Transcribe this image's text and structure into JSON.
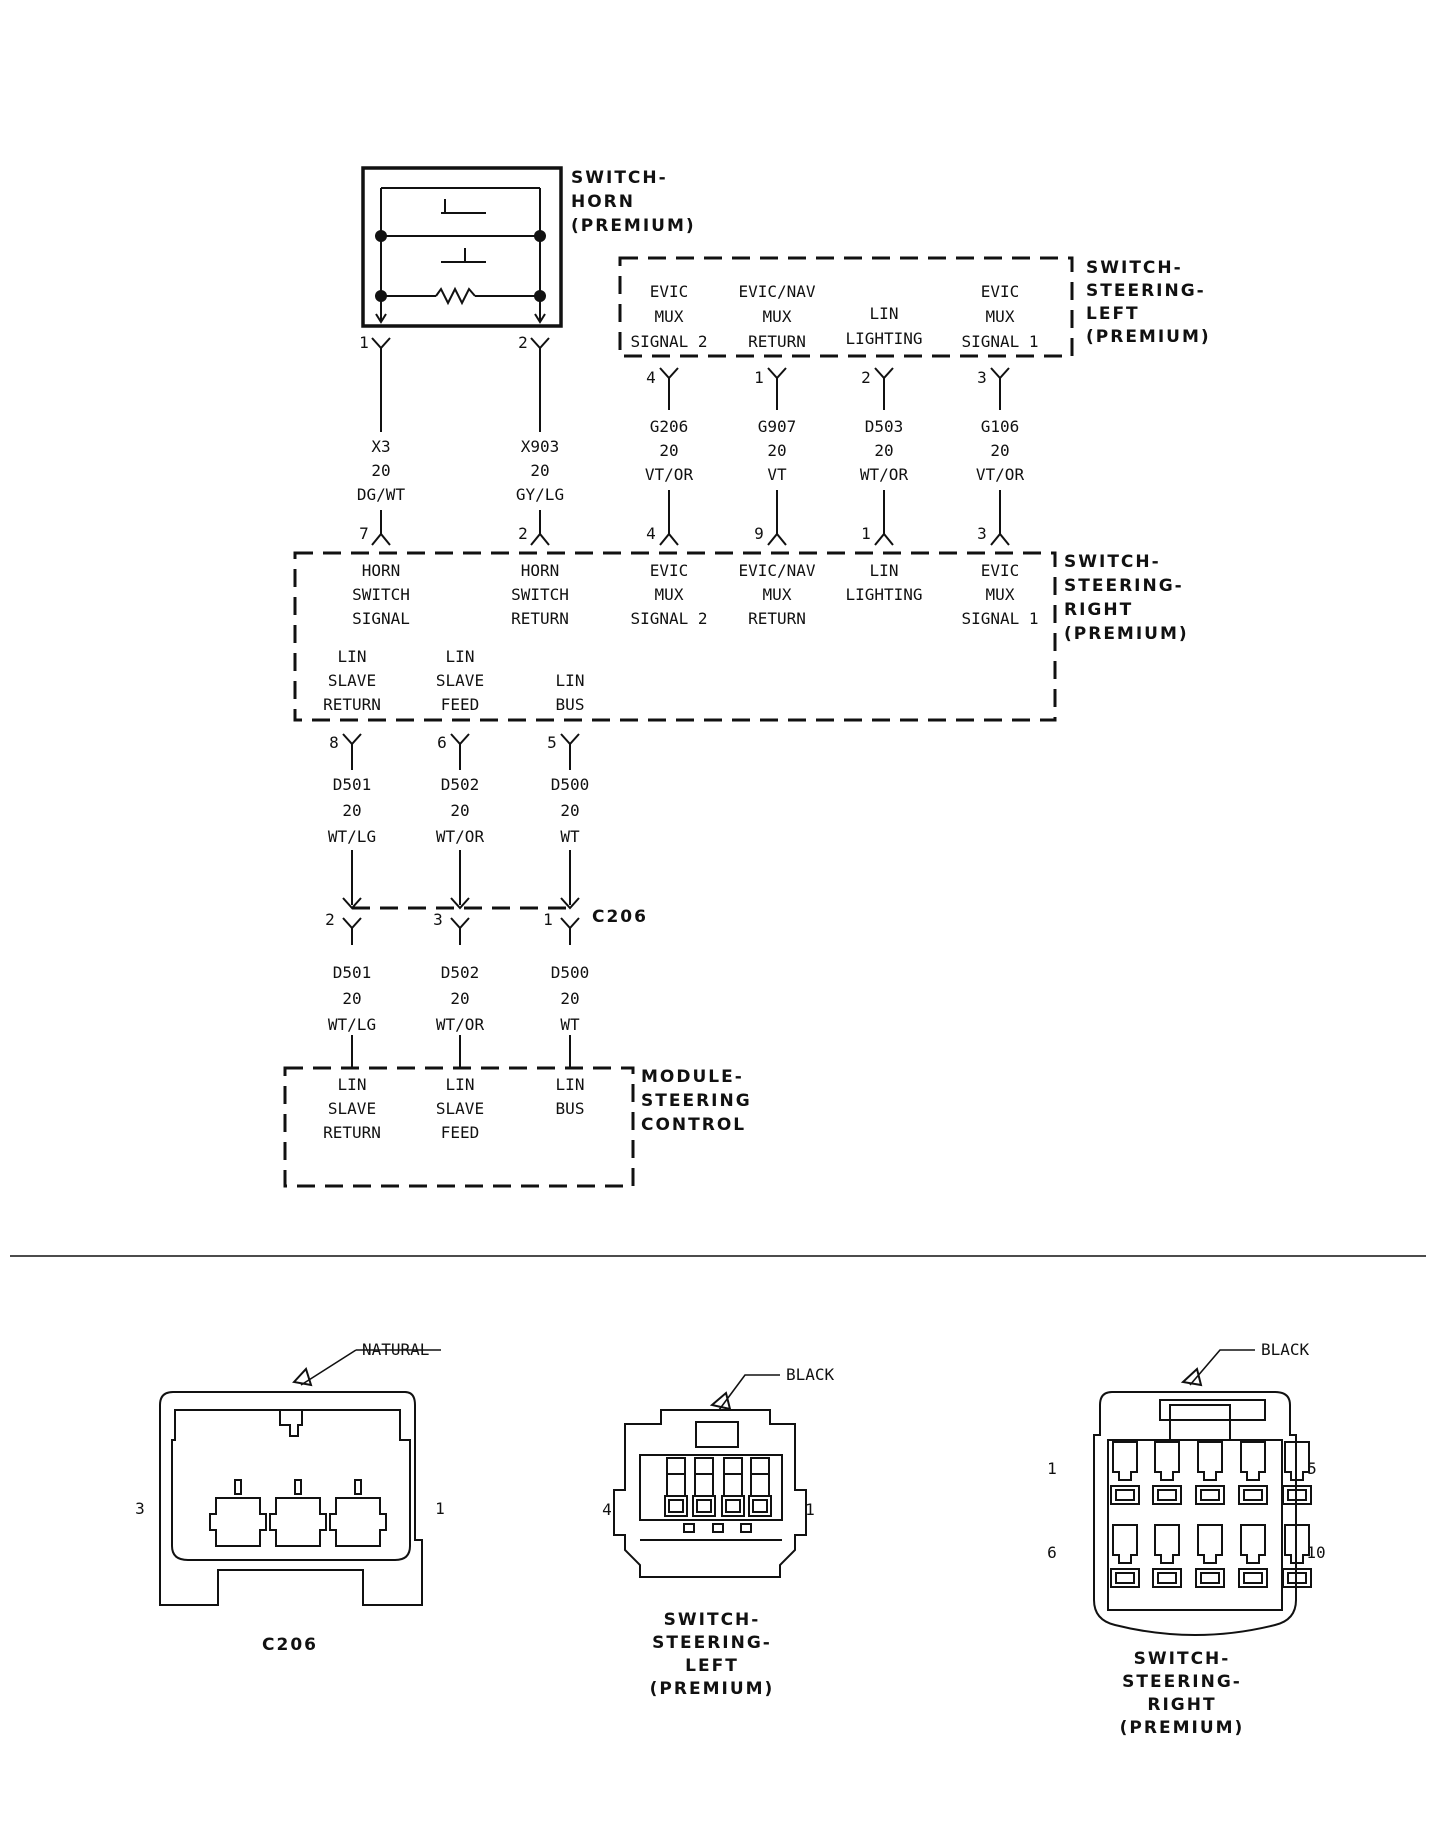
{
  "components": {
    "horn_switch": [
      "SWITCH-",
      "HORN",
      "(PREMIUM)"
    ],
    "steering_left": [
      "SWITCH-",
      "STEERING-",
      "LEFT",
      "(PREMIUM)"
    ],
    "steering_right": [
      "SWITCH-",
      "STEERING-",
      "RIGHT",
      "(PREMIUM)"
    ],
    "steering_module": [
      "MODULE-",
      "STEERING",
      "CONTROL"
    ]
  },
  "left_switch_circuits": [
    {
      "label": [
        "EVIC",
        "MUX",
        "SIGNAL 2"
      ],
      "pin": "4",
      "wire": [
        "G206",
        "20",
        "VT/OR"
      ],
      "right_pin": "4"
    },
    {
      "label": [
        "EVIC/NAV",
        "MUX",
        "RETURN"
      ],
      "pin": "1",
      "wire": [
        "G907",
        "20",
        "VT"
      ],
      "right_pin": "9"
    },
    {
      "label": [
        "LIN",
        "LIGHTING"
      ],
      "pin": "2",
      "wire": [
        "D503",
        "20",
        "WT/OR"
      ],
      "right_pin": "1"
    },
    {
      "label": [
        "EVIC",
        "MUX",
        "SIGNAL 1"
      ],
      "pin": "3",
      "wire": [
        "G106",
        "20",
        "VT/OR"
      ],
      "right_pin": "3"
    }
  ],
  "horn_circuits": [
    {
      "horn_pin": "1",
      "wire": [
        "X3",
        "20",
        "DG/WT"
      ],
      "right_pin": "7",
      "label": [
        "HORN",
        "SWITCH",
        "SIGNAL"
      ]
    },
    {
      "horn_pin": "2",
      "wire": [
        "X903",
        "20",
        "GY/LG"
      ],
      "right_pin": "2",
      "label": [
        "HORN",
        "SWITCH",
        "RETURN"
      ]
    }
  ],
  "right_switch_lower": [
    {
      "label": [
        "LIN",
        "SLAVE",
        "RETURN"
      ],
      "pin": "8"
    },
    {
      "label": [
        "LIN",
        "SLAVE",
        "FEED"
      ],
      "pin": "6"
    },
    {
      "label": [
        "LIN",
        "BUS"
      ],
      "pin": "5"
    }
  ],
  "lin_wires": [
    {
      "wire": [
        "D501",
        "20",
        "WT/LG"
      ],
      "c206_pin": "2",
      "module_label": [
        "LIN",
        "SLAVE",
        "RETURN"
      ]
    },
    {
      "wire": [
        "D502",
        "20",
        "WT/OR"
      ],
      "c206_pin": "3",
      "module_label": [
        "LIN",
        "SLAVE",
        "FEED"
      ]
    },
    {
      "wire": [
        "D500",
        "20",
        "WT"
      ],
      "c206_pin": "1",
      "module_label": [
        "LIN",
        "BUS"
      ]
    }
  ],
  "c206_label": "C206",
  "connector_views": [
    {
      "color": "NATURAL",
      "pins": [
        "3",
        "1"
      ],
      "name": [
        "C206"
      ]
    },
    {
      "color": "BLACK",
      "pins": [
        "4",
        "1"
      ],
      "name": [
        "SWITCH-",
        "STEERING-",
        "LEFT",
        "(PREMIUM)"
      ]
    },
    {
      "color": "BLACK",
      "pins": [
        "1",
        "5",
        "6",
        "10"
      ],
      "name": [
        "SWITCH-",
        "STEERING-",
        "RIGHT",
        "(PREMIUM)"
      ]
    }
  ]
}
